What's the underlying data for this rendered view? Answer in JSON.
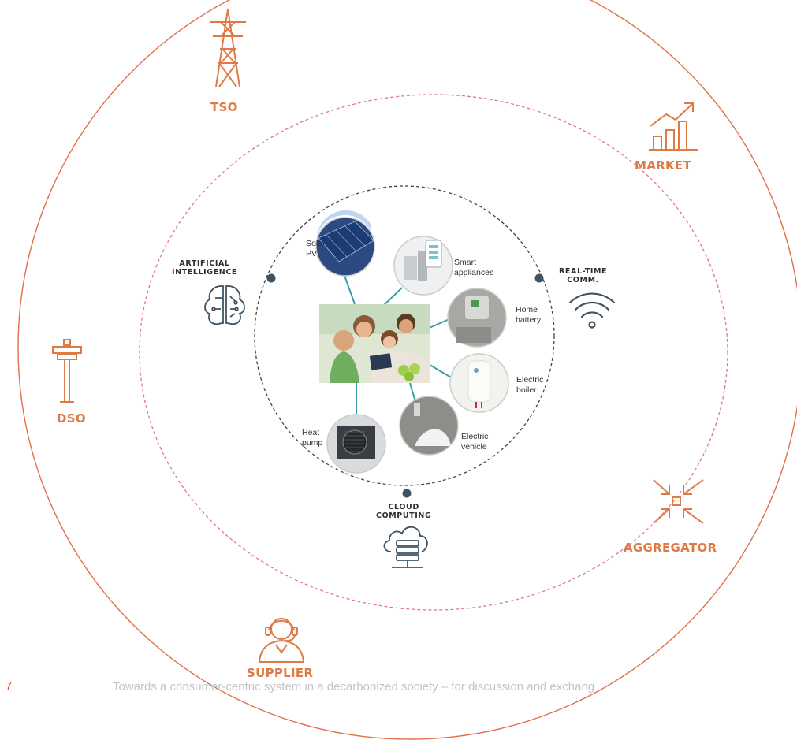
{
  "actors": {
    "tso": "TSO",
    "market": "MARKET",
    "dso": "DSO",
    "aggregator": "AGGREGATOR",
    "supplier": "SUPPLIER"
  },
  "technologies": {
    "artificial_intelligence": [
      "ARTIFICIAL",
      "INTELLIGENCE"
    ],
    "real_time_comm": [
      "REAL-TIME",
      "COMM."
    ],
    "cloud_computing": [
      "CLOUD",
      "COMPUTING"
    ]
  },
  "devices": {
    "solar_pv": [
      "Solar",
      "PV"
    ],
    "smart_appliances": [
      "Smart",
      "appliances"
    ],
    "home_battery": [
      "Home",
      "battery"
    ],
    "electric_boiler": [
      "Electric",
      "boiler"
    ],
    "electric_vehicle": [
      "Electric",
      "vehicle"
    ],
    "heat_pump": [
      "Heat",
      "pump"
    ]
  },
  "footer": {
    "page_number": "7",
    "text": "Towards a consumer-centric system in a decarbonized society – for discussion and exchang"
  },
  "colors": {
    "actor_orange": "#e07a45",
    "outer_ring": "#e3704a",
    "middle_ring": "#e07a80",
    "inner_ring": "#444444",
    "connector": "#3a9ea5",
    "tech_icon": "#3d5362"
  },
  "icons": {
    "tso": "transmission-tower-icon",
    "market": "bar-chart-growth-icon",
    "dso": "distribution-pole-icon",
    "aggregator": "converging-arrows-icon",
    "supplier": "customer-support-headset-icon",
    "artificial_intelligence": "brain-circuit-icon",
    "real_time_comm": "wifi-signal-icon",
    "cloud_computing": "cloud-server-icon"
  }
}
